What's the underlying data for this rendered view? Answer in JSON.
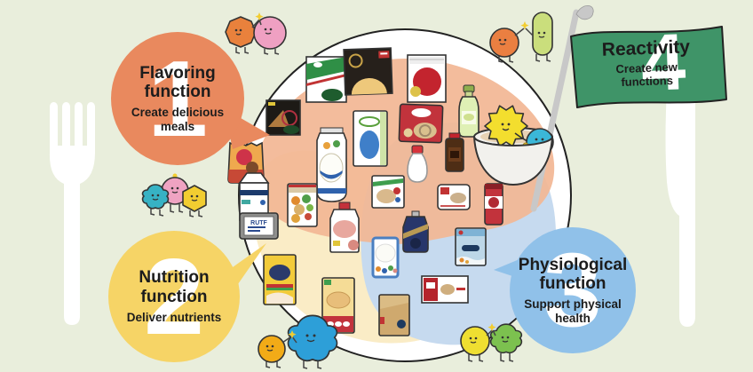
{
  "title_hint": "Four functions of processed foods infographic",
  "background_color": "#e9eedc",
  "plate": {
    "fill": "#ffffff",
    "outline": "#222222"
  },
  "functions": [
    {
      "number": "1",
      "title": "Flavoring function",
      "subtitle": "Create delicious meals",
      "bubble_color": "#e9895e",
      "zone_color": "#f2b795",
      "shape": "circle-speech-bubble"
    },
    {
      "number": "2",
      "title": "Nutrition function",
      "subtitle": "Deliver nutrients",
      "bubble_color": "#f6d466",
      "zone_color": "#faecc6",
      "shape": "circle-speech-bubble"
    },
    {
      "number": "3",
      "title": "Physiological function",
      "subtitle": "Support physical health",
      "bubble_color": "#90c1e9",
      "zone_color": "#c6daef",
      "shape": "circle-speech-bubble"
    },
    {
      "number": "4",
      "title": "Reactivity",
      "subtitle": "Create new functions",
      "bubble_color": "#3f9468",
      "zone_color": null,
      "shape": "flag"
    }
  ],
  "package_labels": {
    "rutf": "RUTF"
  },
  "icons": {
    "fork-icon": "white fork silhouette",
    "knife-icon": "white knife silhouette",
    "flag-icon": "green flag on gray pole",
    "mixing-bowl-icon": "bowl with batter",
    "sparkle-icon": "✦"
  }
}
